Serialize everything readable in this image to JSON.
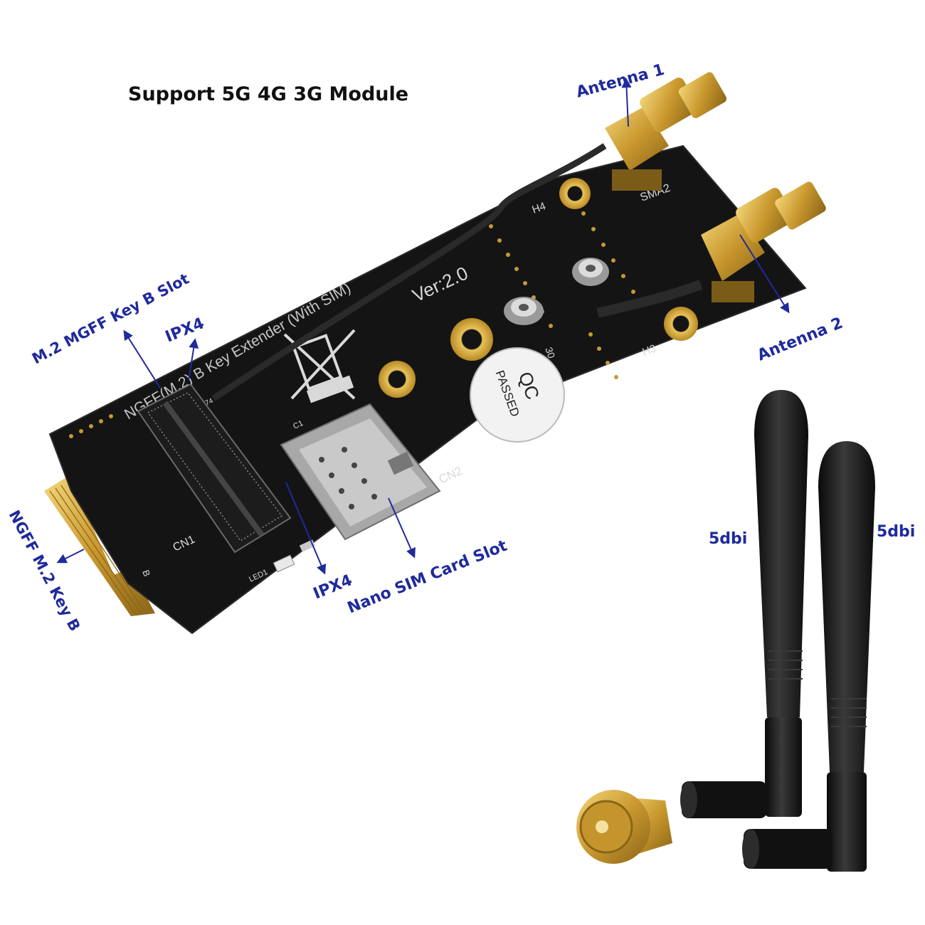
{
  "title": "Support 5G 4G 3G Module",
  "colors": {
    "label": "#1f2a9c",
    "pcb": "#141414",
    "gold": "#d4a93a",
    "antenna": "#141414"
  },
  "callouts": {
    "antenna1": "Antenna 1",
    "antenna2": "Antenna 2",
    "m2_slot": "M.2 MGFF Key B Slot",
    "ipx4_top": "IPX4",
    "ipx4_bottom": "IPX4",
    "nano_sim": "Nano SIM Card Slot",
    "ngff_keyb": "NGFF M.2 Key B",
    "gain_left": "5dbi",
    "gain_right": "5dbi"
  },
  "pcb_silkscreen": {
    "version": "Ver:2.0",
    "board_text": "NGFF(M.2) B Key  Extender (With SIM)",
    "qc": "QC",
    "passed": "PASSED",
    "sma2": "SMA2",
    "h3": "H3",
    "h4": "H4",
    "cn1": "CN1",
    "cn2": "CN2",
    "led1": "LED1",
    "c1": "C1",
    "b": "B",
    "n30": "30",
    "n74": "74"
  },
  "icons": [
    "weee-bin-icon",
    "sma-connector-icon",
    "antenna-icon",
    "arrow-icon"
  ]
}
